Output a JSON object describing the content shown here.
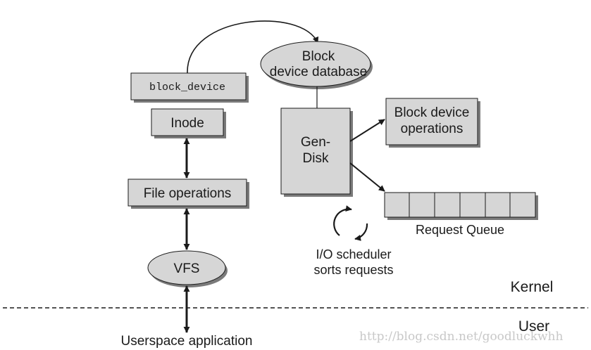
{
  "nodes": {
    "block_device": "block_device",
    "inode": "Inode",
    "file_operations": "File operations",
    "vfs": "VFS",
    "userspace": "Userspace application",
    "block_db_line1": "Block",
    "block_db_line2": "device database",
    "gendisk_line1": "Gen-",
    "gendisk_line2": "Disk",
    "block_ops_line1": "Block device",
    "block_ops_line2": "operations",
    "request_queue": "Request Queue",
    "io_line1": "I/O scheduler",
    "io_line2": "sorts requests"
  },
  "regions": {
    "kernel": "Kernel",
    "user": "User"
  },
  "watermark": "http://blog.csdn.net/goodluckwhh",
  "colors": {
    "box_fill": "#d6d6d6",
    "shadow": "#7a7a7a",
    "stroke": "#1a1a1a"
  }
}
